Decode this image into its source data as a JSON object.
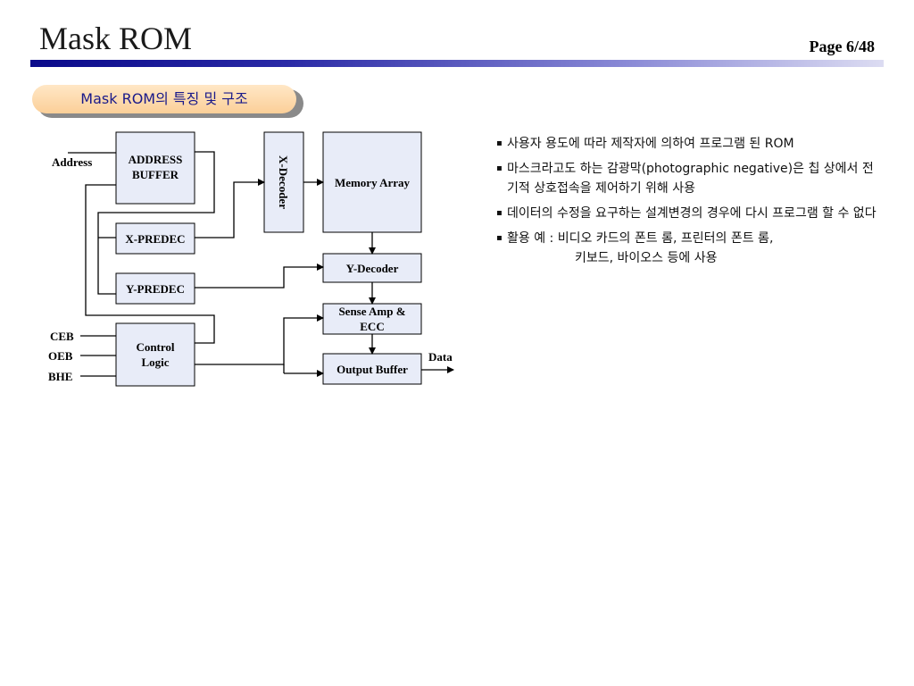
{
  "header": {
    "title": "Mask ROM",
    "page": "Page 6/48"
  },
  "section": {
    "title": "Mask ROM의 특징 및 구조"
  },
  "diagram": {
    "blocks": {
      "address_buffer": [
        "ADDRESS",
        "BUFFER"
      ],
      "x_decoder": "X-Decoder",
      "memory_array": "Memory Array",
      "x_predec": "X-PREDEC",
      "y_decoder": "Y-Decoder",
      "y_predec": "Y-PREDEC",
      "sense_amp": [
        "Sense Amp &",
        "ECC"
      ],
      "control_logic": [
        "Control",
        "Logic"
      ],
      "output_buffer": "Output Buffer"
    },
    "signals": {
      "address": "Address",
      "ceb": "CEB",
      "oeb": "OEB",
      "bhe": "BHE",
      "data": "Data"
    }
  },
  "bullets": [
    "사용자 용도에 따라 제작자에 의하여 프로그램 된 ROM",
    "마스크라고도 하는 감광막(photographic negative)은 칩 상에서 전기적 상호접속을 제어하기 위해 사용",
    "데이터의 수정을 요구하는 설계변경의 경우에 다시 프로그램 할 수 없다"
  ],
  "usage": {
    "line1": "활용 예 : 비디오 카드의 폰트 롬, 프린터의 폰트 롬,",
    "line2": "키보드, 바이오스 등에 사용"
  },
  "bullet_mark": "▪",
  "colors": {
    "title_bar_start": "#0a0a8a",
    "title_bar_end": "#dcdcf2",
    "section_pill": "#fbcf98",
    "block_fill": "#e8ecf8"
  }
}
